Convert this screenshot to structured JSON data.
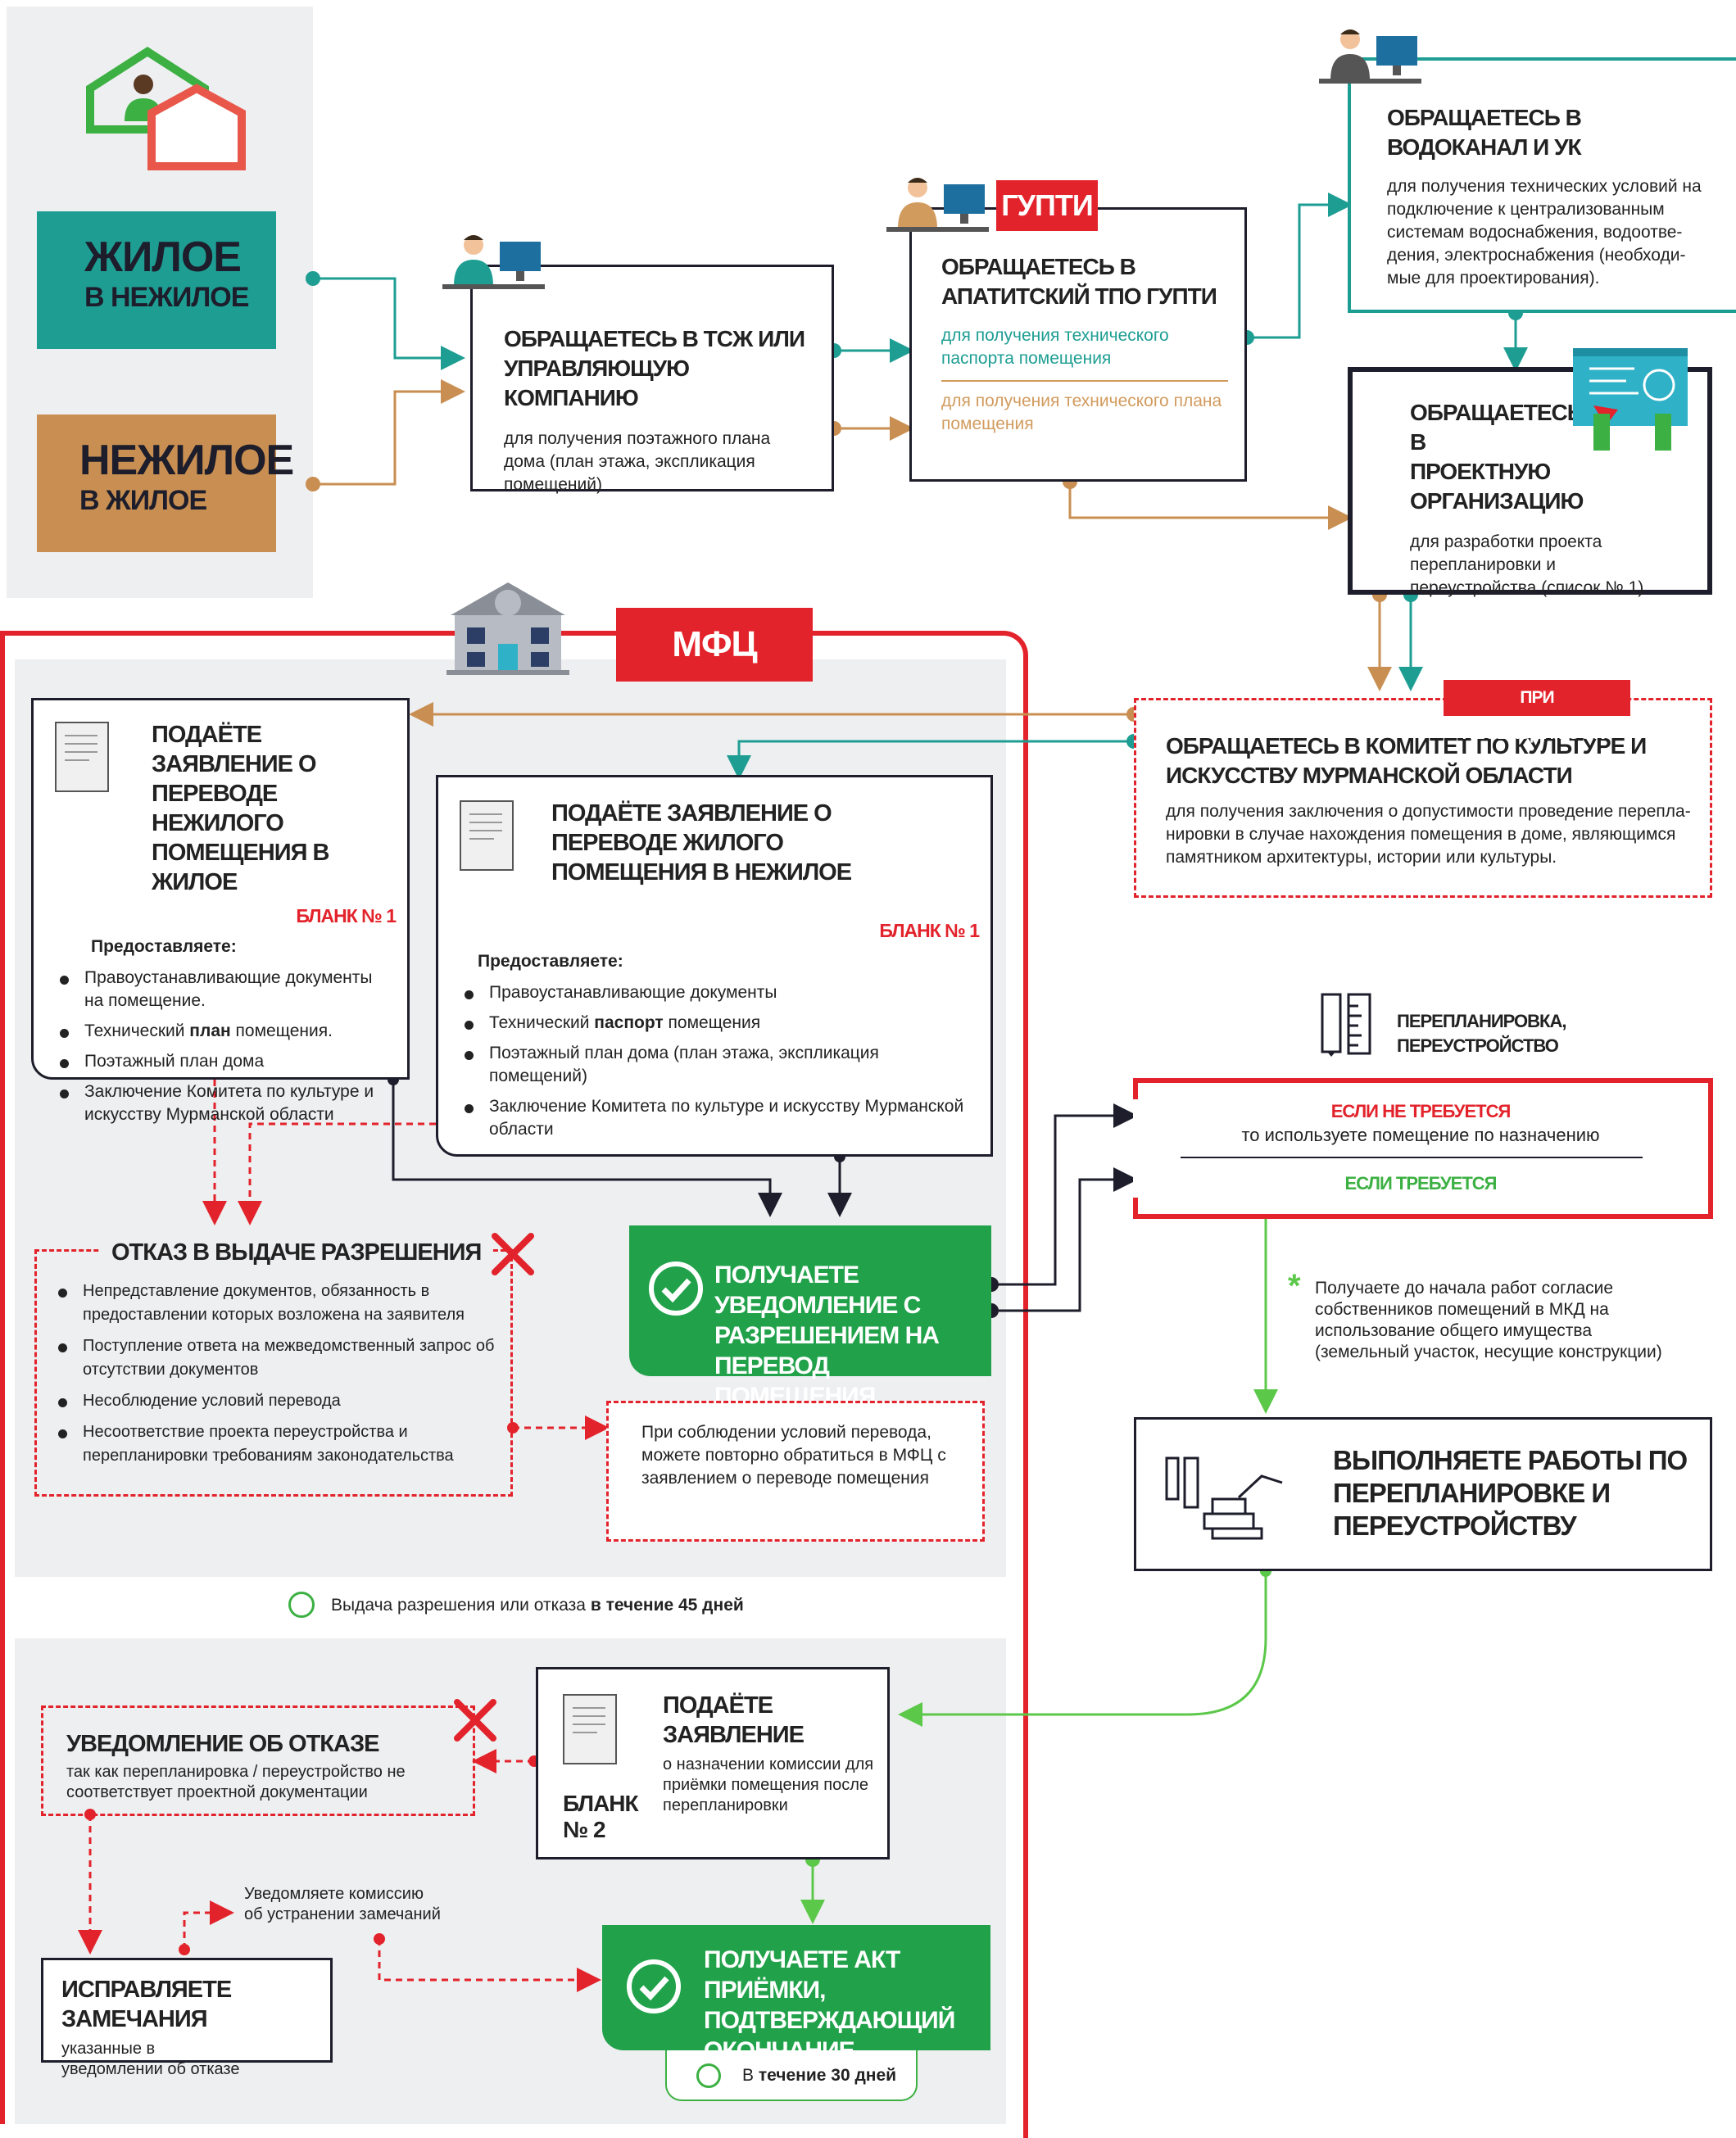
{
  "colors": {
    "teal": "#1e9e93",
    "tan": "#c98f52",
    "red": "#e3232b",
    "green": "#21a24a",
    "dark": "#1d1d2b",
    "grey": "#eeeff1"
  },
  "left": {
    "res_to_non": {
      "line1": "ЖИЛОЕ",
      "line2": "В НЕЖИЛОЕ"
    },
    "non_to_res": {
      "line1": "НЕЖИЛОЕ",
      "line2": "В ЖИЛОЕ"
    }
  },
  "tsj": {
    "title": "ОБРАЩАЕТЕСЬ В ТСЖ ИЛИ УПРАВЛЯЮЩУЮ КОМПАНИЮ",
    "text": "для получения поэтажного плана дома (план этажа, экспликация помещений)"
  },
  "gupti": {
    "badge": "ГУПТИ",
    "title": "ОБРАЩАЕТЕСЬ В АПАТИТСКИЙ ТПО ГУПТИ",
    "text_teal": "для получения технического паспорта помещения",
    "text_tan": "для получения технического плана помещения"
  },
  "vodokanal": {
    "title": "ОБРАЩАЕТЕСЬ В ВОДОКАНАЛ И УК",
    "text": "для получения технических условий на подключение к централизованным системам водоснабжения, водоотве-дения, электроснабжения (необходи-мые для проектирования)."
  },
  "project": {
    "title": "ОБРАЩАЕТЕСЬ В ПРОЕКТНУЮ ОРГАНИЗАЦИЮ",
    "text": "для разработки проекта перепланировки и переустройства (список № 1)"
  },
  "mfc": {
    "badge": "МФЦ"
  },
  "committee": {
    "badge": "ПРИ НЕОБХОДИМОСТИ",
    "title": "ОБРАЩАЕТЕСЬ В КОМИТЕТ ПО КУЛЬТУРЕ И ИСКУССТВУ МУРМАНСКОЙ ОБЛАСТИ",
    "text": "для получения заключения о допустимости проведение перепла-нировки в случае нахождения помещения в доме, являющимся памятником архитектуры, истории или культуры."
  },
  "app1": {
    "title": "ПОДАЁТЕ ЗАЯВЛЕНИЕ О ПЕРЕВОДЕ НЕЖИЛОГО ПОМЕЩЕНИЯ В ЖИЛОЕ",
    "form": "БЛАНК № 1",
    "provide": "Предоставляете:",
    "items": [
      {
        "pre": "Правоустанавливающие документы на помещение.",
        "bold": "",
        "post": ""
      },
      {
        "pre": "Технический ",
        "bold": "план",
        "post": " помещения."
      },
      {
        "pre": "Поэтажный план дома",
        "bold": "",
        "post": ""
      },
      {
        "pre": "Заключение Комитета по культуре и искусству Мурманской области",
        "bold": "",
        "post": ""
      }
    ]
  },
  "app2": {
    "title": "ПОДАЁТЕ ЗАЯВЛЕНИЕ О ПЕРЕВОДЕ ЖИЛОГО ПОМЕЩЕНИЯ В НЕЖИЛОЕ",
    "form": "БЛАНК № 1",
    "provide": "Предоставляете:",
    "items": [
      {
        "pre": "Правоустанавливающие документы",
        "bold": "",
        "post": ""
      },
      {
        "pre": "Технический ",
        "bold": "паспорт",
        "post": " помещения"
      },
      {
        "pre": "Поэтажный план дома (план этажа, экспликация помещений)",
        "bold": "",
        "post": ""
      },
      {
        "pre": "Заключение Комитета по культуре и искусству Мурманской области",
        "bold": "",
        "post": ""
      }
    ]
  },
  "refusal": {
    "title": "ОТКАЗ В ВЫДАЧЕ РАЗРЕШЕНИЯ",
    "items": [
      "Непредставление документов, обязанность в предоставлении которых возложена на заявителя",
      "Поступление ответа на межведомственный запрос об отсутствии документов",
      "Несоблюдение условий перевода",
      "Несоответствие проекта переустройства и перепланировки требованиям законодательства"
    ]
  },
  "notice_permit": {
    "text": "ПОЛУЧАЕТЕ УВЕДОМЛЕНИЕ С РАЗРЕШЕНИЕМ НА ПЕРЕВОД ПОМЕЩЕНИЯ"
  },
  "reapply": {
    "text": "При соблюдении условий перевода, можете повторно обратиться в МФЦ с заявлением о переводе помещения"
  },
  "term45": {
    "pre": "Выдача разрешения или отказа ",
    "bold": "в течение 45 дней"
  },
  "replan": {
    "label": "ПЕРЕПЛАНИРОВКА, ПЕРЕУСТРОЙСТВО",
    "not_req": "ЕСЛИ НЕ ТРЕБУЕТСЯ",
    "not_req_text": "то используете помещение по назначению",
    "req": "ЕСЛИ ТРЕБУЕТСЯ"
  },
  "consent": {
    "asterisk": "*",
    "text": "Получаете до начала работ согласие собственников помещений в МКД на использование общего имущества (земельный участок, несущие конструкции)"
  },
  "works": {
    "title": "ВЫПОЛНЯЕТЕ РАБОТЫ ПО ПЕРЕПЛАНИРОВКЕ И ПЕРЕУСТРОЙСТВУ"
  },
  "app3": {
    "title": "ПОДАЁТЕ ЗАЯВЛЕНИЕ",
    "text": "о назначении комиссии для приёмки помещения после перепланировки",
    "form": "БЛАНК № 2"
  },
  "refusal2": {
    "title": "УВЕДОМЛЕНИЕ ОБ ОТКАЗЕ",
    "text": "так как перепланировка / переустройство не соответствует проектной документации"
  },
  "notify_commission": {
    "text": "Уведомляете комиссию об устранении замечаний"
  },
  "fix": {
    "title": "ИСПРАВЛЯЕТЕ ЗАМЕЧАНИЯ",
    "text": "указанные в уведомлении об отказе"
  },
  "act": {
    "text": "ПОЛУЧАЕТЕ АКТ ПРИЁМКИ, ПОДТВЕРЖДАЮЩИЙ ОКОНЧАНИЕ ПЕРЕВОДА"
  },
  "term30": {
    "pre": "В ",
    "bold": "течение 30 дней"
  }
}
